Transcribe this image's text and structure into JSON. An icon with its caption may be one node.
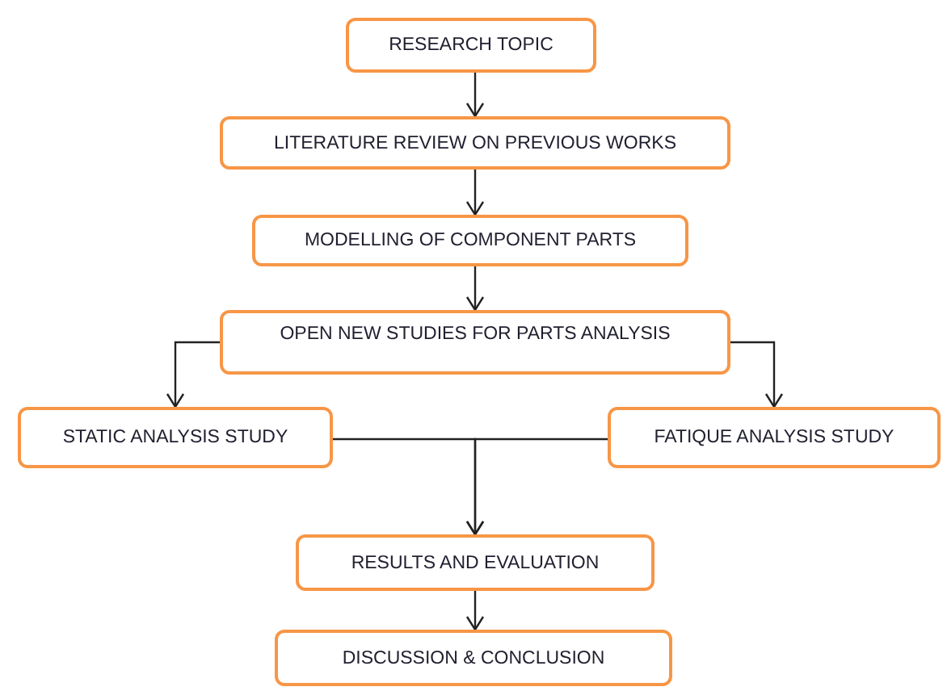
{
  "diagram": {
    "nodes": [
      {
        "text": [
          "RESEARCH TOPIC"
        ]
      },
      {
        "text": [
          "LITERATURE REVIEW ON PREVIOUS WORKS"
        ]
      },
      {
        "text": [
          "MODELLING OF COMPONENT PARTS"
        ]
      },
      {
        "text": [
          "OPEN NEW STUDIES FOR PARTS ANALYSIS"
        ]
      },
      {
        "text": [
          "STATIC ANALYSIS STUDY"
        ]
      },
      {
        "text": [
          "FATIQUE ANALYSIS STUDY"
        ]
      },
      {
        "text": [
          "RESULTS AND EVALUATION"
        ]
      },
      {
        "text": [
          "DISCUSSION & CONCLUSION"
        ]
      }
    ],
    "edges": [
      {
        "from": 0,
        "to": 1,
        "arrow": "to"
      },
      {
        "from": 1,
        "to": 2,
        "arrow": "to"
      },
      {
        "from": 2,
        "to": 3,
        "arrow": "to"
      },
      {
        "from": 3,
        "to": 4,
        "arrow": "to"
      },
      {
        "from": 3,
        "to": 5,
        "arrow": "to"
      },
      {
        "from": 4,
        "to": 6,
        "arrow": "to"
      },
      {
        "from": 5,
        "to": 6,
        "arrow": "to"
      },
      {
        "from": 6,
        "to": 7,
        "arrow": "to"
      }
    ]
  }
}
